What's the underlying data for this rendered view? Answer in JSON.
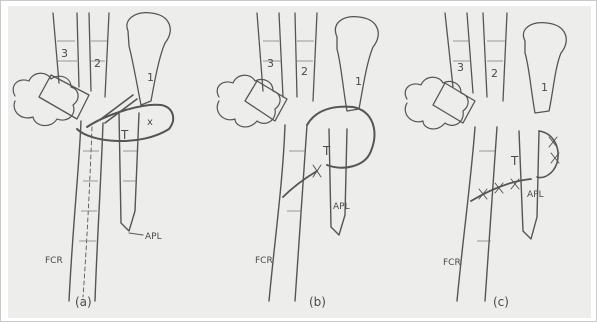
{
  "panels": [
    {
      "caption": "(a)",
      "digits": [
        "3",
        "2",
        "1"
      ],
      "tendon_labels": [
        "FCR",
        "APL"
      ],
      "extra_marks": [
        "T",
        "x"
      ]
    },
    {
      "caption": "(b)",
      "digits": [
        "3",
        "2",
        "1"
      ],
      "tendon_labels": [
        "FCR",
        "APL"
      ],
      "extra_marks": [
        "T"
      ]
    },
    {
      "caption": "(c)",
      "digits": [
        "3",
        "2",
        "1"
      ],
      "tendon_labels": [
        "FCR",
        "APL"
      ],
      "extra_marks": [
        "T"
      ]
    }
  ],
  "colors": {
    "paper": "#ededeb",
    "pencil": "#555555"
  }
}
